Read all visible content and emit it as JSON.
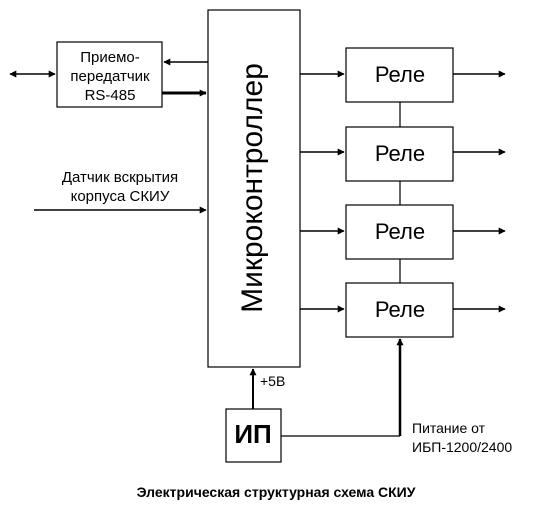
{
  "diagram": {
    "transceiver": {
      "line1": "Приемо-",
      "line2": "передатчик",
      "line3": "RS-485"
    },
    "sensor": {
      "line1": "Датчик вскрытия",
      "line2": "корпуса СКИУ"
    },
    "microcontroller": "Микроконтроллер",
    "relays": [
      "Реле",
      "Реле",
      "Реле",
      "Реле"
    ],
    "power_unit": "ИП",
    "voltage": "+5В",
    "power_source": {
      "line1": "Питание от",
      "line2": "ИБП-1200/2400"
    },
    "caption": "Электрическая структурная схема СКИУ"
  },
  "colors": {
    "line": "#000000",
    "background": "#ffffff"
  }
}
